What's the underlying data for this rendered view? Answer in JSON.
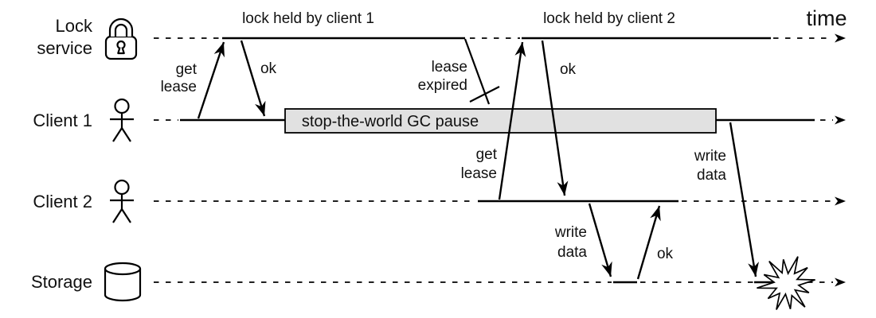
{
  "time_label": "time",
  "lanes": [
    {
      "name": "lock-service",
      "label_lines": [
        "Lock",
        "service"
      ],
      "icon": "padlock-icon"
    },
    {
      "name": "client-1",
      "label_lines": [
        "Client 1"
      ],
      "icon": "person-icon"
    },
    {
      "name": "client-2",
      "label_lines": [
        "Client 2"
      ],
      "icon": "person-icon"
    },
    {
      "name": "storage",
      "label_lines": [
        "Storage"
      ],
      "icon": "database-icon"
    }
  ],
  "annotations": {
    "lock_held_1": "lock held by client 1",
    "lock_held_2": "lock held by client 2",
    "gc_pause": "stop-the-world GC pause"
  },
  "messages": {
    "get_lease_1": {
      "lines": [
        "get",
        "lease"
      ]
    },
    "ok_1": {
      "lines": [
        "ok"
      ]
    },
    "lease_expired": {
      "lines": [
        "lease",
        "expired"
      ]
    },
    "get_lease_2": {
      "lines": [
        "get",
        "lease"
      ]
    },
    "ok_2": {
      "lines": [
        "ok"
      ]
    },
    "write_data_1": {
      "lines": [
        "write",
        "data"
      ]
    },
    "ok_3": {
      "lines": [
        "ok"
      ]
    },
    "write_data_2": {
      "lines": [
        "write",
        "data"
      ]
    }
  },
  "colors": {
    "line": "#000000",
    "text": "#111111",
    "gc_box_fill": "#e1e1e1",
    "gc_box_border": "#000000",
    "background": "#ffffff"
  }
}
